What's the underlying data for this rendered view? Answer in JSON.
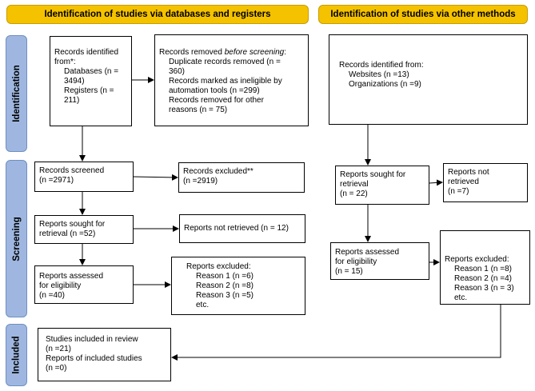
{
  "headers": {
    "left": "Identification of studies via databases and registers",
    "right": "Identification of studies via other methods"
  },
  "phases": {
    "identification": "Identification",
    "screening": "Screening",
    "included": "Included"
  },
  "boxes": {
    "records_identified": [
      "Records identified",
      "from*:",
      "Databases (n =",
      "3494)",
      "Registers (n =",
      "211)"
    ],
    "records_removed": {
      "line1_a": "Records removed ",
      "line1_b": "before screening",
      "line1_c": ":",
      "lines": [
        "Duplicate records removed (n =",
        "360)",
        "Records marked as ineligible by",
        "automation tools (n =299)",
        "Records removed for other",
        "reasons (n = 75)"
      ]
    },
    "other_identified": [
      "Records identified from:",
      "Websites (n =13)",
      "Organizations (n =9)"
    ],
    "records_screened": [
      "Records screened",
      "(n =2971)"
    ],
    "records_excluded": [
      "Records excluded**",
      "(n =2919)"
    ],
    "sought_left": [
      "Reports sought for",
      "retrieval (n =52)"
    ],
    "not_retrieved_left": [
      "Reports not retrieved (n = 12)"
    ],
    "assessed_left": [
      "Reports assessed",
      "for eligibility",
      "(n =40)"
    ],
    "excluded_left": [
      "Reports excluded:",
      "Reason 1 (n =6)",
      "Reason 2 (n =8)",
      "Reason 3 (n =5)",
      "etc."
    ],
    "sought_right": [
      "Reports sought for",
      "retrieval",
      "(n = 22)"
    ],
    "not_retrieved_right": [
      "Reports not",
      "retrieved",
      "(n =7)"
    ],
    "assessed_right": [
      "Reports assessed",
      "for eligibility",
      "(n = 15)"
    ],
    "excluded_right": [
      "Reports excluded:",
      "Reason 1 (n =8)",
      "Reason 2 (n =4)",
      "Reason 3 (n = 3)",
      "etc."
    ],
    "included": [
      "Studies included in review",
      "(n =21)",
      "Reports of included studies",
      "(n =0)"
    ]
  }
}
